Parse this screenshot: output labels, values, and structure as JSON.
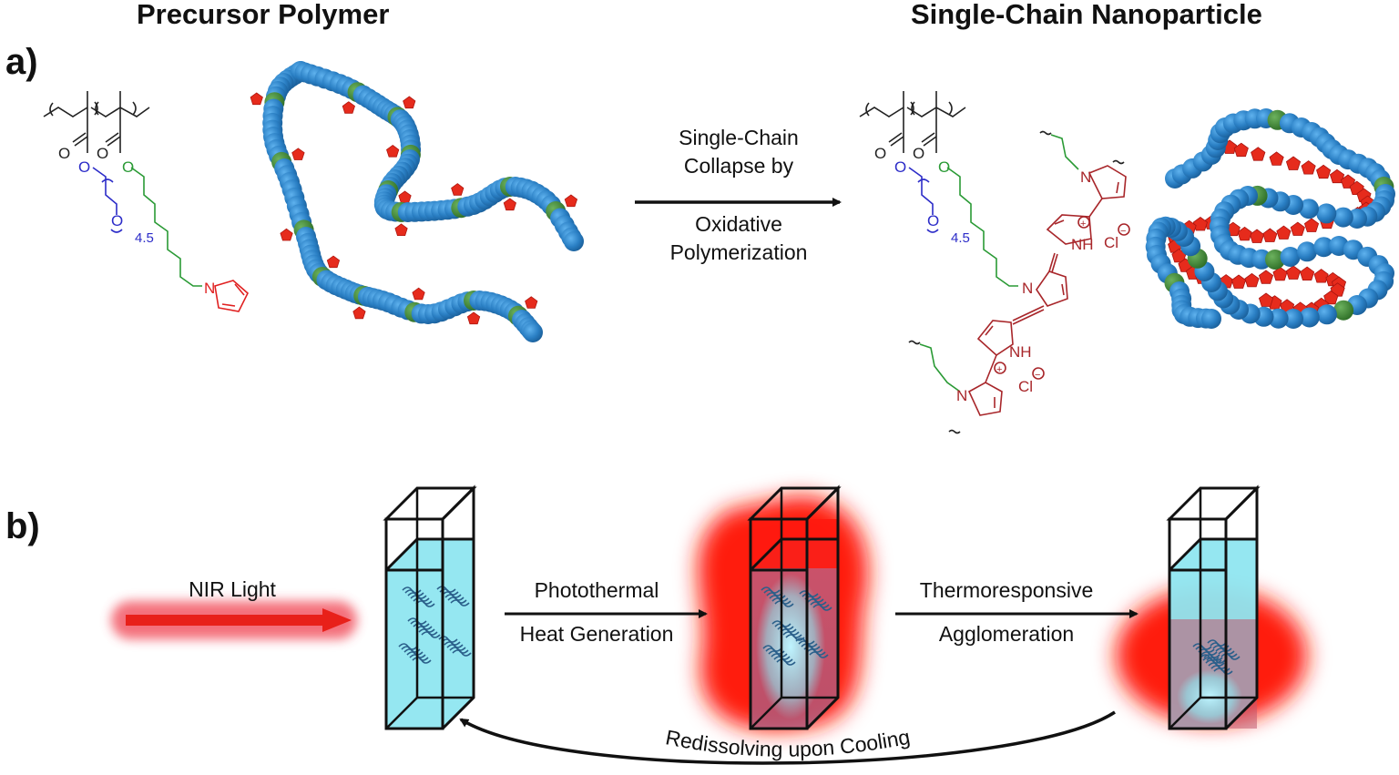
{
  "panel_a": {
    "label": "a)",
    "left_title": "Precursor Polymer",
    "right_title": "Single-Chain Nanoparticle",
    "reaction_arrow": {
      "top_line1": "Single-Chain",
      "top_line2": "Collapse by",
      "bottom_line1": "Oxidative",
      "bottom_line2": "Polymerization"
    },
    "precursor_structure": {
      "carbonyl_o_1": "O",
      "carbonyl_o_2": "O",
      "ether_o_1": "O",
      "ether_o_2": "O",
      "ester_o": "O",
      "repeat_subscript": "4.5",
      "pyrrole_n": "N"
    },
    "scnp_structure": {
      "carbonyl_o_1": "O",
      "carbonyl_o_2": "O",
      "ether_o_1": "O",
      "ether_o_2": "O",
      "ester_o": "O",
      "repeat_subscript": "4.5",
      "n_atoms": [
        "N",
        "N",
        "N"
      ],
      "nh_labels": [
        "NH",
        "NH"
      ],
      "counterions": [
        "Cl",
        "Cl"
      ],
      "charge_plus": "+",
      "charge_minus": "−"
    }
  },
  "panel_b": {
    "label": "b)",
    "nir_label": "NIR Light",
    "step1_top": "Photothermal",
    "step1_bottom": "Heat Generation",
    "step2_top": "Thermoresponsive",
    "step2_bottom": "Agglomeration",
    "return_label": "Redissolving upon Cooling"
  },
  "colors": {
    "chain_blue": "#2a7fc4",
    "monomer_green": "#3f8a35",
    "pyrrole_red": "#e62b1c",
    "pegma_blue": "#2c2cc8",
    "linker_green": "#2a9a35",
    "polypyrrole_darkred": "#a8262a",
    "solution_cyan": "#8fe6f0",
    "heat_red": "#ff1a10"
  }
}
